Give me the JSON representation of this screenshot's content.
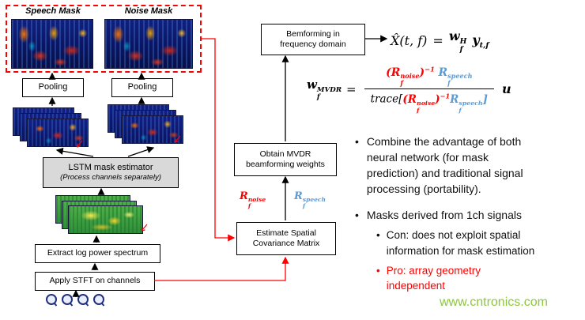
{
  "masks": {
    "speech": "Speech Mask",
    "noise": "Noise Mask"
  },
  "boxes": {
    "pooling": "Pooling",
    "lstm_line1": "LSTM mask estimator",
    "lstm_line2": "(Process channels separately)",
    "extract": "Extract log power spectrum",
    "stft": "Apply STFT on channels",
    "estimate": "Estimate Spatial\nCovariance Matrix",
    "obtain": "Obtain MVDR\nbeamforming weights",
    "beamform": "Bemforming in\nfrequency domain"
  },
  "math": {
    "R": "R",
    "f": "f",
    "noise": "noise",
    "speech": "speech",
    "w": "w",
    "MVDR": "MVDR",
    "H": "H",
    "u": "u",
    "y": "y",
    "tf": "t,f",
    "xhat_lhs": "X̂(t, f)",
    "equals": "=",
    "lparen": "(",
    "rparen": ")",
    "inv": "−1",
    "trace": "trace[",
    "rbracket": "]"
  },
  "bullets": {
    "bullet_char": "•",
    "b1": "Combine the advantage of both\nneural network (for mask\nprediction) and traditional signal\nprocessing (portability).",
    "b2": "Masks derived from 1ch signals",
    "b2_sub1": "Con: does not exploit spatial\ninformation for mask estimation",
    "b2_sub2": "Pro: array geometry\nindependent"
  },
  "watermark": "www.cntronics.com",
  "colors": {
    "red": "#ff0000",
    "blue": "#5b9bd5",
    "green": "#8dc63f"
  }
}
